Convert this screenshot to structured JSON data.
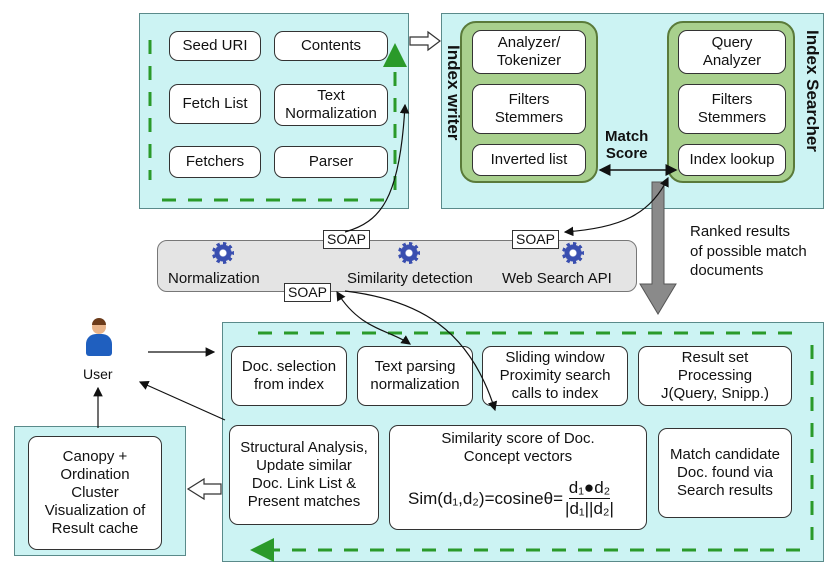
{
  "crawler": {
    "seed_uri": "Seed URI",
    "contents": "Contents",
    "fetch_list": "Fetch List",
    "text_normalization": "Text\nNormalization",
    "fetchers": "Fetchers",
    "parser": "Parser"
  },
  "index_writer": {
    "title": "Index writer",
    "analyzer": "Analyzer/\nTokenizer",
    "filters": "Filters\nStemmers",
    "inverted_list": "Inverted list"
  },
  "index_searcher": {
    "title": "Index Searcher",
    "query_analyzer": "Query\nAnalyzer",
    "filters": "Filters\nStemmers",
    "index_lookup": "Index lookup"
  },
  "match_score": "Match\nScore",
  "ranked_results": "Ranked results\nof possible match\ndocuments",
  "services": {
    "normalization": "Normalization",
    "similarity_detection": "Similarity detection",
    "web_search_api": "Web Search API",
    "soap": "SOAP"
  },
  "user": "User",
  "pipeline": {
    "doc_selection": "Doc. selection\nfrom index",
    "text_parsing": "Text parsing\nnormalization",
    "sliding_window": "Sliding window\nProximity search\ncalls to index",
    "result_set": "Result set\nProcessing\nJ(Query, Snipp.)",
    "structural_analysis": "Structural Analysis,\nUpdate similar\nDoc. Link List &\nPresent matches",
    "similarity_score": "Similarity score of Doc.\nConcept vectors",
    "formula_left": "Sim(d₁,d₂)=cosineθ=",
    "formula_num": "d₁●d₂",
    "formula_den": "|d₁||d₂|",
    "match_candidate": "Match candidate\nDoc. found via\nSearch results"
  },
  "canopy": "Canopy +\nOrdination\nCluster\nVisualization of\nResult cache"
}
